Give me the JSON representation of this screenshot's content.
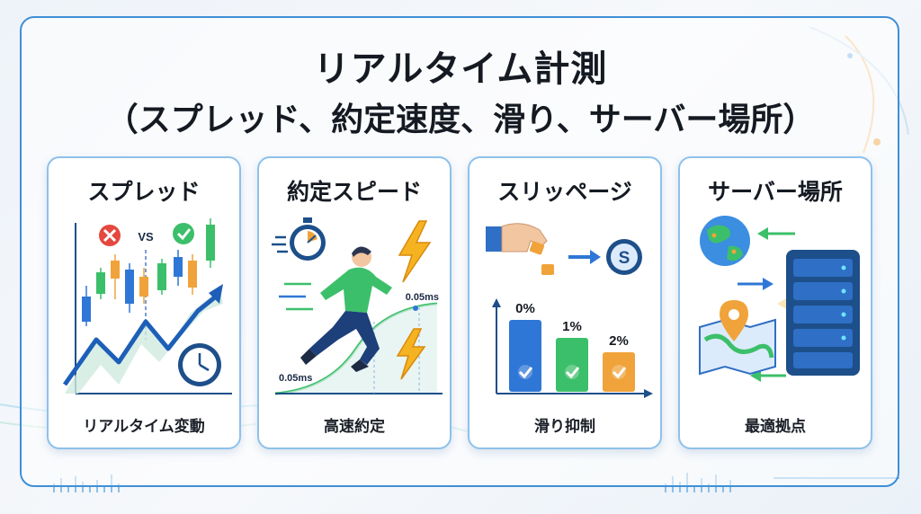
{
  "title": {
    "line1": "リアルタイム計測",
    "line2": "（スプレッド、約定速度、滑り、サーバー場所）"
  },
  "cards": [
    {
      "title": "スプレッド",
      "caption": "リアルタイム変動",
      "vs_label": "VS",
      "icons": [
        "x-circle-icon",
        "check-circle-icon",
        "candlestick-chart-icon",
        "trend-arrow-icon",
        "clock-icon"
      ]
    },
    {
      "title": "約定スピード",
      "caption": "高速約定",
      "speed_label_top": "0.05ms",
      "speed_label_bottom": "0.05ms",
      "icons": [
        "stopwatch-icon",
        "running-person-icon",
        "lightning-icon"
      ]
    },
    {
      "title": "スリッページ",
      "caption": "滑り抑制",
      "bars": [
        {
          "label": "0%",
          "color": "#2f77d6"
        },
        {
          "label": "1%",
          "color": "#3cbf6a"
        },
        {
          "label": "2%",
          "color": "#f0a33a"
        }
      ],
      "icons": [
        "hand-icon",
        "arrow-right-icon",
        "coin-icon",
        "check-icon"
      ]
    },
    {
      "title": "サーバー場所",
      "caption": "最適拠点",
      "icons": [
        "globe-icon",
        "server-icon",
        "map-pin-icon",
        "map-icon"
      ]
    }
  ],
  "colors": {
    "frame": "#3f8fd6",
    "card_border": "#8ec1ea",
    "blue": "#2f77d6",
    "green": "#3cbf6a",
    "orange": "#f0a33a"
  }
}
